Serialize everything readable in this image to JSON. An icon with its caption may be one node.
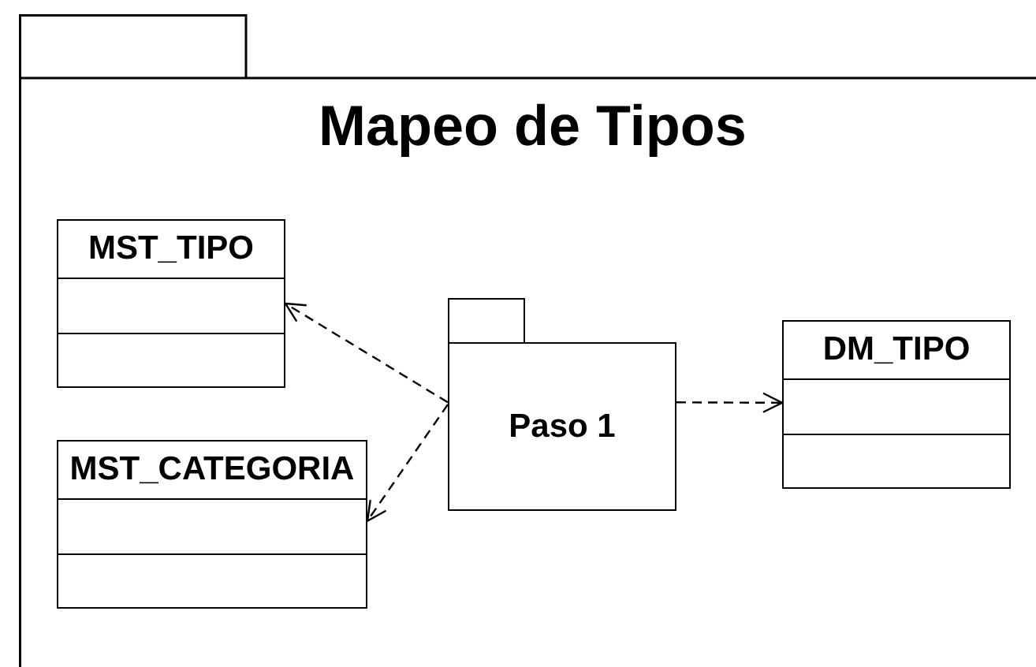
{
  "diagram": {
    "nodes": [
      {
        "text": [
          "Mapeo de Tipos"
        ]
      },
      {
        "text": [
          "MST_TIPO"
        ],
        "in": 0
      },
      {
        "text": [
          "MST_CATEGORIA"
        ],
        "in": 0
      },
      {
        "text": [
          "Paso 1"
        ],
        "in": 0
      },
      {
        "text": [
          "DM_TIPO"
        ],
        "in": 0
      }
    ],
    "edges": [
      {
        "from": 3,
        "to": 1,
        "arrow": "to",
        "style": "dashed"
      },
      {
        "from": 3,
        "to": 2,
        "arrow": "to",
        "style": "dashed"
      },
      {
        "from": 3,
        "to": 4,
        "arrow": "to",
        "style": "dashed"
      }
    ]
  }
}
